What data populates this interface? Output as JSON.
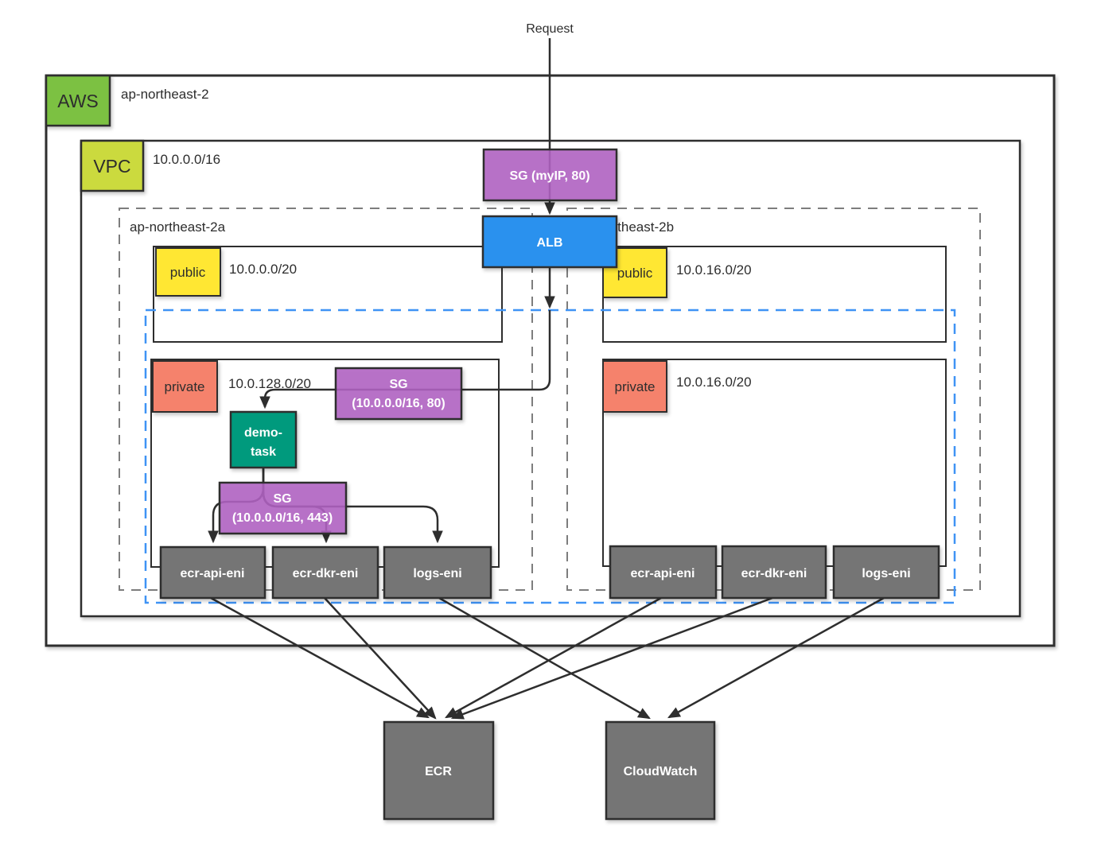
{
  "request_label": "Request",
  "region": {
    "badge": "AWS",
    "name": "ap-northeast-2"
  },
  "vpc": {
    "badge": "VPC",
    "cidr": "10.0.0.0/16"
  },
  "availability_zones": {
    "a": "ap-northeast-2a",
    "b": "ap-northeast-2b"
  },
  "subnets": {
    "a_public": {
      "type": "public",
      "cidr": "10.0.0.0/20"
    },
    "b_public": {
      "type": "public",
      "cidr": "10.0.16.0/20"
    },
    "a_private": {
      "type": "private",
      "cidr": "10.0.128.0/20"
    },
    "b_private": {
      "type": "private",
      "cidr": "10.0.16.0/20"
    }
  },
  "security_groups": {
    "alb_sg": "SG (myIP, 80)",
    "task_ingress": {
      "line1": "SG",
      "line2": "(10.0.0.0/16, 80)"
    },
    "task_egress": {
      "line1": "SG",
      "line2": "(10.0.0.0/16, 443)"
    }
  },
  "nodes": {
    "alb": "ALB",
    "task": {
      "line1": "demo-",
      "line2": "task"
    },
    "a_enis": [
      "ecr-api-eni",
      "ecr-dkr-eni",
      "logs-eni"
    ],
    "b_enis": [
      "ecr-api-eni",
      "ecr-dkr-eni",
      "logs-eni"
    ],
    "ecr": "ECR",
    "cloudwatch": "CloudWatch"
  },
  "colors": {
    "aws_green": "#7cc142",
    "vpc_lime": "#cbda3e",
    "subnet_yellow": "#ffe733",
    "subnet_salmon": "#f5826c",
    "sg_purple": "#b464c6",
    "alb_blue": "#2a91ee",
    "task_teal": "#009a7d",
    "node_gray": "#757575",
    "line_dark": "#2e2e2e",
    "dash_blue": "#3f93f5",
    "dash_gray": "#7d7d7d"
  }
}
